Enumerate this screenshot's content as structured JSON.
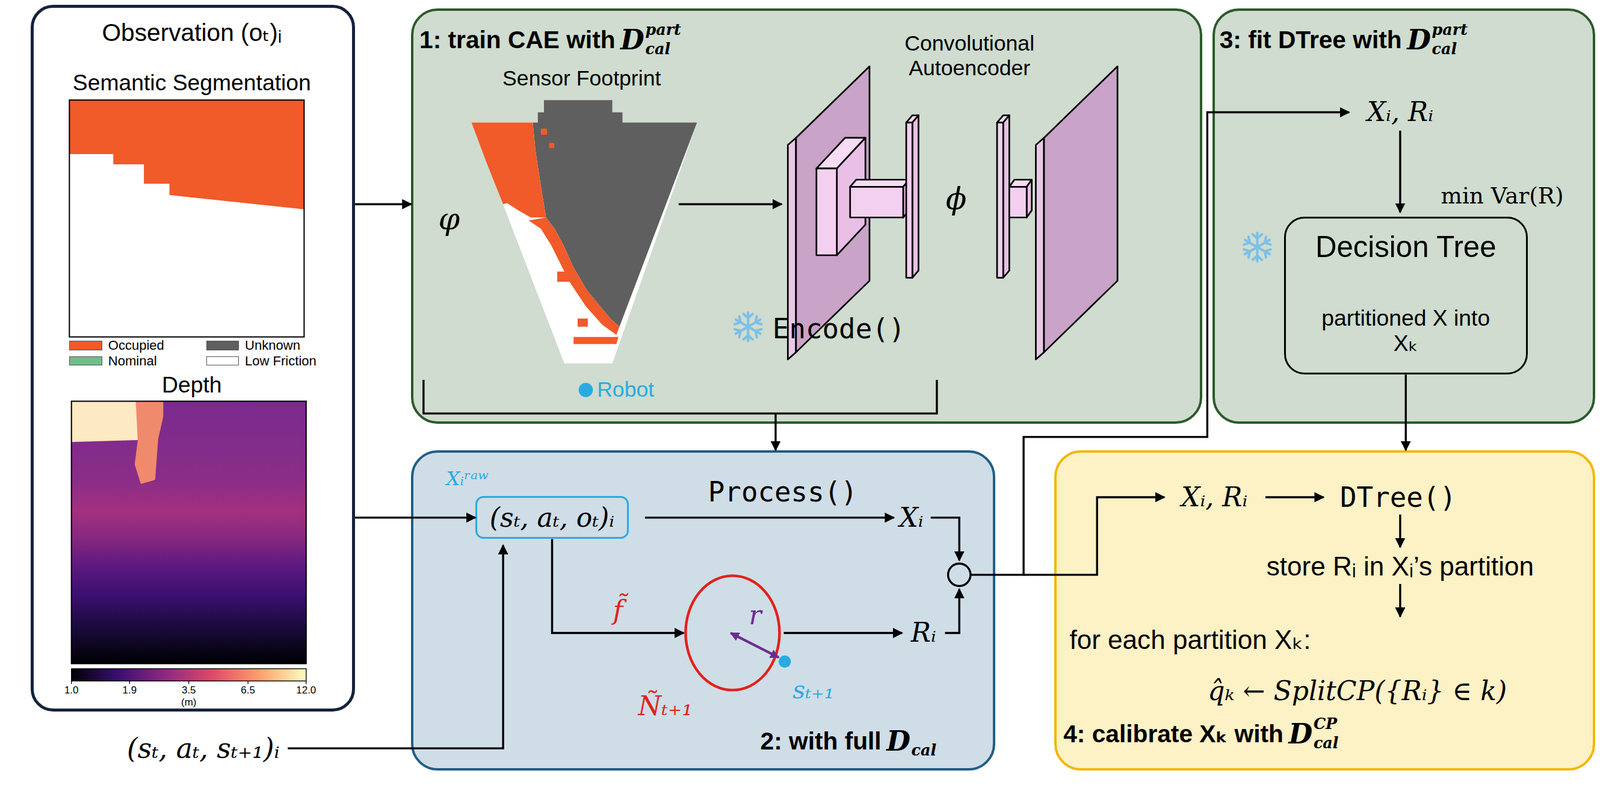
{
  "diagram": {
    "nodes": [
      {
        "text": [
          "Observation (oₜ)ᵢ",
          "Semantic Segmentation",
          "Depth"
        ]
      },
      {
        "text": [
          "1: train CAE with",
          "D",
          "part",
          "cal"
        ]
      },
      {
        "text": [
          "2: with full",
          "D",
          "cal"
        ]
      },
      {
        "text": [
          "Xᵢʳᵃʷ",
          "(sₜ, aₜ, oₜ)ᵢ"
        ],
        "in": 2
      },
      {
        "text": [
          "Ñₜ₊₁"
        ],
        "in": 2
      },
      {
        "text": [
          "3: fit DTree with",
          "D",
          "part",
          "cal"
        ]
      },
      {
        "text": [
          "Decision Tree",
          "partitioned X into Xₖ"
        ],
        "in": 5
      },
      {
        "text": [
          "4: calibrate Xₖ with",
          "D",
          "CP",
          "cal"
        ]
      }
    ],
    "edges": [
      {
        "from": 0,
        "to": 1,
        "arrow": "to"
      },
      {
        "from": 0,
        "to": 3,
        "arrow": "to"
      },
      {
        "from": 3,
        "to": 4,
        "label": "f̃",
        "arrow": "to"
      },
      {
        "from": 1,
        "to": 2,
        "arrow": "to"
      },
      {
        "from": 6,
        "to": 7,
        "arrow": "to"
      }
    ],
    "labels": [
      "Sensor Footprint",
      "Convolutional Autoencoder",
      "φ",
      "ϕ",
      "Encode()",
      "Robot",
      "Process()",
      "Xᵢ",
      "Rᵢ",
      "r",
      "sₜ₊₁",
      "(sₜ, aₜ, sₜ₊₁)ᵢ",
      "Xᵢ, Rᵢ",
      "min Var(R)",
      "Xᵢ, Rᵢ",
      "DTree()",
      "store Rᵢ in Xᵢ’s partition",
      "for each partition Xₖ:",
      "q̂ₖ ← SplitCP({Rᵢ} ∈ k)",
      "1.0",
      "1.9",
      "3.5",
      "6.5",
      "12.0",
      "(m)"
    ],
    "legend": [
      {
        "text": "Occupied",
        "color": "#f15a29"
      },
      {
        "text": "Unknown",
        "color": "#5f5f5f"
      },
      {
        "text": "Nominal",
        "color": "#6cc08b"
      },
      {
        "text": "Low Friction",
        "color": "#ffffff"
      }
    ]
  }
}
